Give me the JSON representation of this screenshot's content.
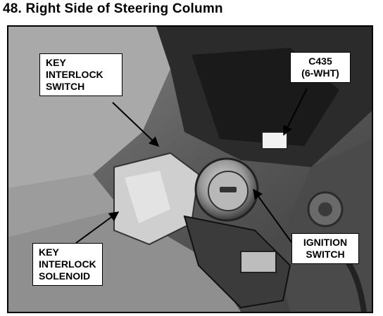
{
  "title": "48. Right Side of Steering Column",
  "labels": {
    "key_interlock_switch": [
      "KEY",
      "INTERLOCK",
      "SWITCH"
    ],
    "connector": [
      "C435",
      "(6-WHT)"
    ],
    "key_interlock_solenoid": [
      "KEY",
      "INTERLOCK",
      "SOLENOID"
    ],
    "ignition_switch": [
      "IGNITION",
      "SWITCH"
    ]
  }
}
